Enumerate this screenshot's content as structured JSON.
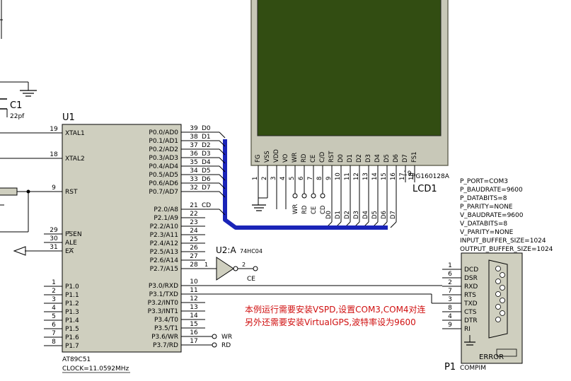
{
  "colors": {
    "wire": "#000000",
    "bus": "#1a24b8",
    "chip_fill": "#cfcfbf",
    "lcd_frame": "#c8c8b8",
    "lcd_screen": "#324d12",
    "note_red": "#d01010"
  },
  "c1": {
    "ref": "C1",
    "value": "22pf"
  },
  "u1": {
    "ref": "U1",
    "part": "AT89C51",
    "clock": "CLOCK=11.0592MHz",
    "left_pins": [
      {
        "num": "19",
        "name": "XTAL1"
      },
      {
        "num": "18",
        "name": "XTAL2"
      },
      {
        "num": "9",
        "name": "RST"
      },
      {
        "num": "29",
        "name": "PSEN"
      },
      {
        "num": "30",
        "name": "ALE"
      },
      {
        "num": "31",
        "name": "EA"
      },
      {
        "num": "1",
        "name": "P1.0"
      },
      {
        "num": "2",
        "name": "P1.1"
      },
      {
        "num": "3",
        "name": "P1.2"
      },
      {
        "num": "4",
        "name": "P1.3"
      },
      {
        "num": "5",
        "name": "P1.4"
      },
      {
        "num": "6",
        "name": "P1.5"
      },
      {
        "num": "7",
        "name": "P1.6"
      },
      {
        "num": "8",
        "name": "P1.7"
      }
    ],
    "right_pins": [
      {
        "num": "39",
        "name": "P0.0/AD0",
        "net": "D0"
      },
      {
        "num": "38",
        "name": "P0.1/AD1",
        "net": "D1"
      },
      {
        "num": "37",
        "name": "P0.2/AD2",
        "net": "D2"
      },
      {
        "num": "36",
        "name": "P0.3/AD3",
        "net": "D3"
      },
      {
        "num": "35",
        "name": "P0.4/AD4",
        "net": "D4"
      },
      {
        "num": "34",
        "name": "P0.5/AD5",
        "net": "D5"
      },
      {
        "num": "33",
        "name": "P0.6/AD6",
        "net": "D6"
      },
      {
        "num": "32",
        "name": "P0.7/AD7",
        "net": "D7"
      },
      {
        "num": "21",
        "name": "P2.0/A8",
        "net": "CD"
      },
      {
        "num": "22",
        "name": "P2.1/A9",
        "net": ""
      },
      {
        "num": "23",
        "name": "P2.2/A10",
        "net": ""
      },
      {
        "num": "24",
        "name": "P2.3/A11",
        "net": ""
      },
      {
        "num": "25",
        "name": "P2.4/A12",
        "net": ""
      },
      {
        "num": "26",
        "name": "P2.5/A13",
        "net": ""
      },
      {
        "num": "27",
        "name": "P2.6/A14",
        "net": ""
      },
      {
        "num": "28",
        "name": "P2.7/A15",
        "net": ""
      },
      {
        "num": "10",
        "name": "P3.0/RXD",
        "net": ""
      },
      {
        "num": "11",
        "name": "P3.1/TXD",
        "net": ""
      },
      {
        "num": "12",
        "name": "P3.2/INT0",
        "net": ""
      },
      {
        "num": "13",
        "name": "P3.3/INT1",
        "net": ""
      },
      {
        "num": "14",
        "name": "P3.4/T0",
        "net": ""
      },
      {
        "num": "15",
        "name": "P3.5/T1",
        "net": ""
      },
      {
        "num": "16",
        "name": "P3.6/WR",
        "net": "WR"
      },
      {
        "num": "17",
        "name": "P3.7/RD",
        "net": "RD"
      }
    ]
  },
  "lcd": {
    "ref": "LCD1",
    "part": "PG160128A",
    "pins": [
      {
        "num": "1",
        "name": "FG"
      },
      {
        "num": "2",
        "name": "VSS"
      },
      {
        "num": "3",
        "name": "VDD"
      },
      {
        "num": "4",
        "name": "VO"
      },
      {
        "num": "5",
        "name": "WR"
      },
      {
        "num": "6",
        "name": "RD"
      },
      {
        "num": "7",
        "name": "CE"
      },
      {
        "num": "8",
        "name": "C/D"
      },
      {
        "num": "9",
        "name": "RST"
      },
      {
        "num": "10",
        "name": "D0"
      },
      {
        "num": "11",
        "name": "D1"
      },
      {
        "num": "12",
        "name": "D2"
      },
      {
        "num": "13",
        "name": "D3"
      },
      {
        "num": "14",
        "name": "D4"
      },
      {
        "num": "15",
        "name": "D5"
      },
      {
        "num": "16",
        "name": "D6"
      },
      {
        "num": "17",
        "name": "D7"
      },
      {
        "num": "18",
        "name": "FS1"
      }
    ],
    "ctrl_nets": [
      "WR",
      "RD",
      "CE",
      "CD"
    ],
    "data_nets": [
      "D0",
      "D1",
      "D2",
      "D3",
      "D4",
      "D5",
      "D6",
      "D7"
    ],
    "extra_pin": "19"
  },
  "u2": {
    "ref": "U2:A",
    "part": "74HC04",
    "in_pin": "1",
    "out_pin": "2",
    "out_net": "CE"
  },
  "port_props": [
    "P_PORT=COM3",
    "P_BAUDRATE=9600",
    "P_DATABITS=8",
    "P_PARITY=NONE",
    "V_BAUDRATE=9600",
    "V_DATABITS=8",
    "V_PARITY=NONE",
    "INPUT_BUFFER_SIZE=1024",
    "OUTPUT_BUFFER_SIZE=1024"
  ],
  "p1": {
    "ref": "P1",
    "part": "COMPIM",
    "status": "ERROR",
    "pins": [
      {
        "num": "1",
        "name": "DCD"
      },
      {
        "num": "6",
        "name": "DSR"
      },
      {
        "num": "2",
        "name": "RXD"
      },
      {
        "num": "7",
        "name": "RTS"
      },
      {
        "num": "3",
        "name": "TXD"
      },
      {
        "num": "8",
        "name": "CTS"
      },
      {
        "num": "4",
        "name": "DTR"
      },
      {
        "num": "9",
        "name": "RI"
      }
    ]
  },
  "note": {
    "line1": "本例运行需要安装VSPD,设置COM3,COM4对连",
    "line2": "另外还需要安装VirtualGPS,波特率设为9600"
  }
}
